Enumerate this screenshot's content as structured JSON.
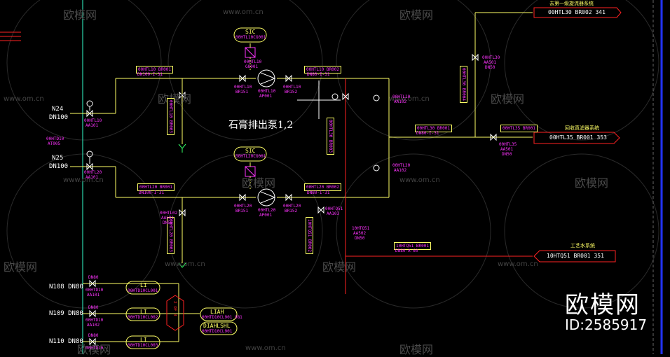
{
  "title": "石膏排出泵1,2",
  "watermark": {
    "text": "欧模网",
    "url": "www.om.cn",
    "brand": "欧模网",
    "id": "ID:2585917"
  },
  "left_feeds": [
    {
      "name": "N24",
      "size": "DN100"
    },
    {
      "name": "N25",
      "size": "DN100"
    }
  ],
  "bottom_feeds": [
    {
      "name": "N108",
      "size": "DN80"
    },
    {
      "name": "N109",
      "size": "DN80"
    },
    {
      "name": "N110",
      "size": "DN80"
    }
  ],
  "pumps": [
    {
      "controller": "SIC",
      "ctl_tag": "00HTL10CG001",
      "motor_tag": "00HTL10",
      "motor_sub": "GU001",
      "pump_tag": "00HTL10",
      "pump_sub": "AP001"
    },
    {
      "controller": "SIC",
      "ctl_tag": "00HTL20CG001",
      "motor_tag": "00HTL20",
      "motor_sub": "GU001",
      "pump_tag": "00HTL20",
      "pump_sub": "AP001"
    }
  ],
  "destinations": [
    {
      "header": "去第一级旋流器系统",
      "tag": "00HTL30 BR002",
      "code": "341"
    },
    {
      "header": "回收真滤器系统",
      "tag": "00HTL35 BR001",
      "code": "353"
    },
    {
      "header": "工艺水系统",
      "tag": "10HTQ51 BR001",
      "code": "351"
    }
  ],
  "line_labels": {
    "l1": "00HTL10 BR001",
    "l1b": "DN100-I-31",
    "l2": "00HTL10 BR002",
    "l2b": "DN80-I-31",
    "l3": "00HTL20 BR001",
    "l3b": "DN100-I-31",
    "l4": "00HTL20 BR002",
    "l4b": "DN80-I-31",
    "l5": "00HTL30 BR001",
    "l5b": "DN80-I-31",
    "l6": "00HTL35 BR001",
    "l6b": "DN80-I-31",
    "l7": "10HTQ51 BR001",
    "l7b": "DN80-A-60"
  },
  "valve_tags": {
    "v1": "00HTL10",
    "v1b": "AA101",
    "v2": "00HTL20",
    "v2b": "AA101",
    "v3": "00HTL10",
    "v3b": "BR151",
    "v4": "00HTL10",
    "v4b": "BR152",
    "v5": "00HTL20",
    "v5b": "BR151",
    "v6": "00HTL20",
    "v6b": "BR152",
    "v7": "00HTL10",
    "v7b": "AA102",
    "v8": "00HTL20",
    "v8b": "AA102",
    "v9": "00HTL30",
    "v9b": "AA501",
    "v9c": "DN50",
    "v10": "00HTL35",
    "v10b": "AA501",
    "v10c": "DN50",
    "v11": "00HTQ51",
    "v11b": "AA103",
    "v12": "10HTQ51",
    "v12b": "AA502",
    "v12c": "DN50",
    "v13": "00HTL02",
    "v13b": "AA501",
    "v13c": "DN50",
    "v14": "00HTD10",
    "v14b": "AT005"
  },
  "instruments": [
    {
      "name": "LI",
      "tag": "00HTD10CL001"
    },
    {
      "name": "LI",
      "tag": "00HTD10CL002"
    },
    {
      "name": "LI",
      "tag": "00HTD10CL003"
    },
    {
      "name": "LIAH",
      "tag": "00HTD10CL901 981"
    },
    {
      "name": "DIAHLSHL",
      "tag": "00HTD10CL901"
    }
  ],
  "selector": "2 OF 3",
  "small_valves": [
    {
      "size": "DN80",
      "tag": "00HTD10",
      "sub": "AA101"
    },
    {
      "size": "DN80",
      "tag": "00HTD10",
      "sub": "AA102"
    },
    {
      "size": "DN80",
      "tag": "00HTD10",
      "sub": "AA103"
    }
  ],
  "vertical_labels": {
    "a": "00HTL10 BR003",
    "b": "00HTL20 BR003",
    "c": "00HTL30 BR003",
    "d": "10HTQ51 BR002",
    "e": "00HTL30 BR004"
  },
  "colors": {
    "bg": "#000000",
    "pipe": "#ffff66",
    "text": "#ff33ff",
    "feed": "#ffffff",
    "red": "#ff2222",
    "blue": "#2233ff",
    "cyan": "#33ffcc"
  }
}
